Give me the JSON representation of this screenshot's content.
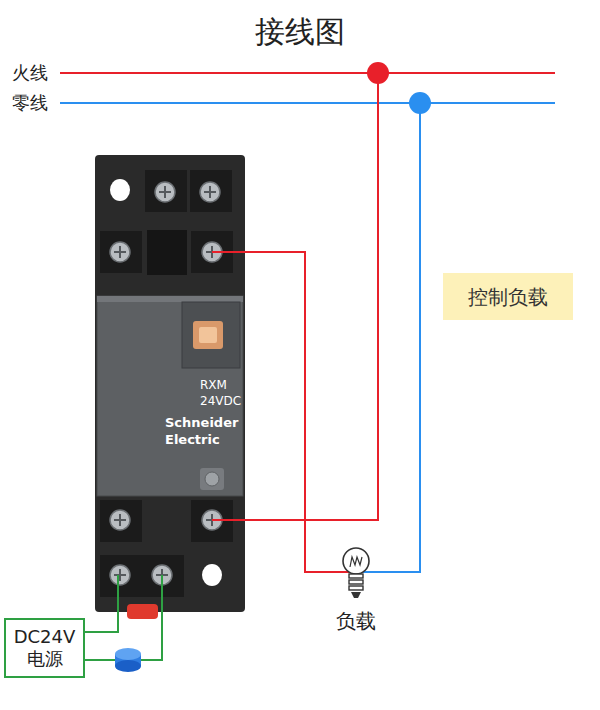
{
  "diagram": {
    "title": "接线图",
    "nodes": [
      {
        "text": [
          "RXM 24VDC",
          "Schneider Electric"
        ]
      },
      {
        "text": [
          "控制负载"
        ]
      },
      {
        "text": [
          "负载"
        ]
      },
      {
        "text": [
          "DC24V 电源"
        ]
      }
    ],
    "edges": [
      {
        "from": 0,
        "to": 2,
        "arrow": "none"
      },
      {
        "from": 3,
        "to": 0,
        "arrow": "none"
      },
      {
        "from": 3,
        "to": 0,
        "arrow": "none"
      }
    ],
    "labels": [
      "火线",
      "零线"
    ]
  }
}
